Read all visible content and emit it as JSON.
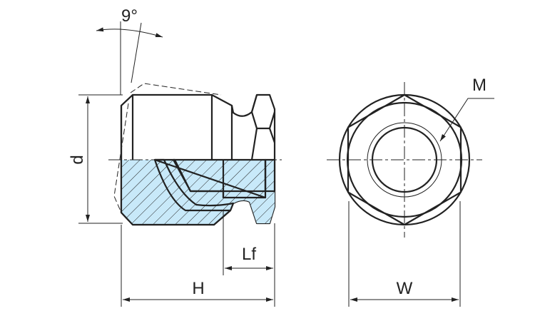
{
  "colors": {
    "fill": "#c8e9f9",
    "line": "#222222"
  },
  "labels": {
    "angle": "9°",
    "d": "d",
    "M": "M",
    "H": "H",
    "Lf": "Lf",
    "W": "W"
  }
}
